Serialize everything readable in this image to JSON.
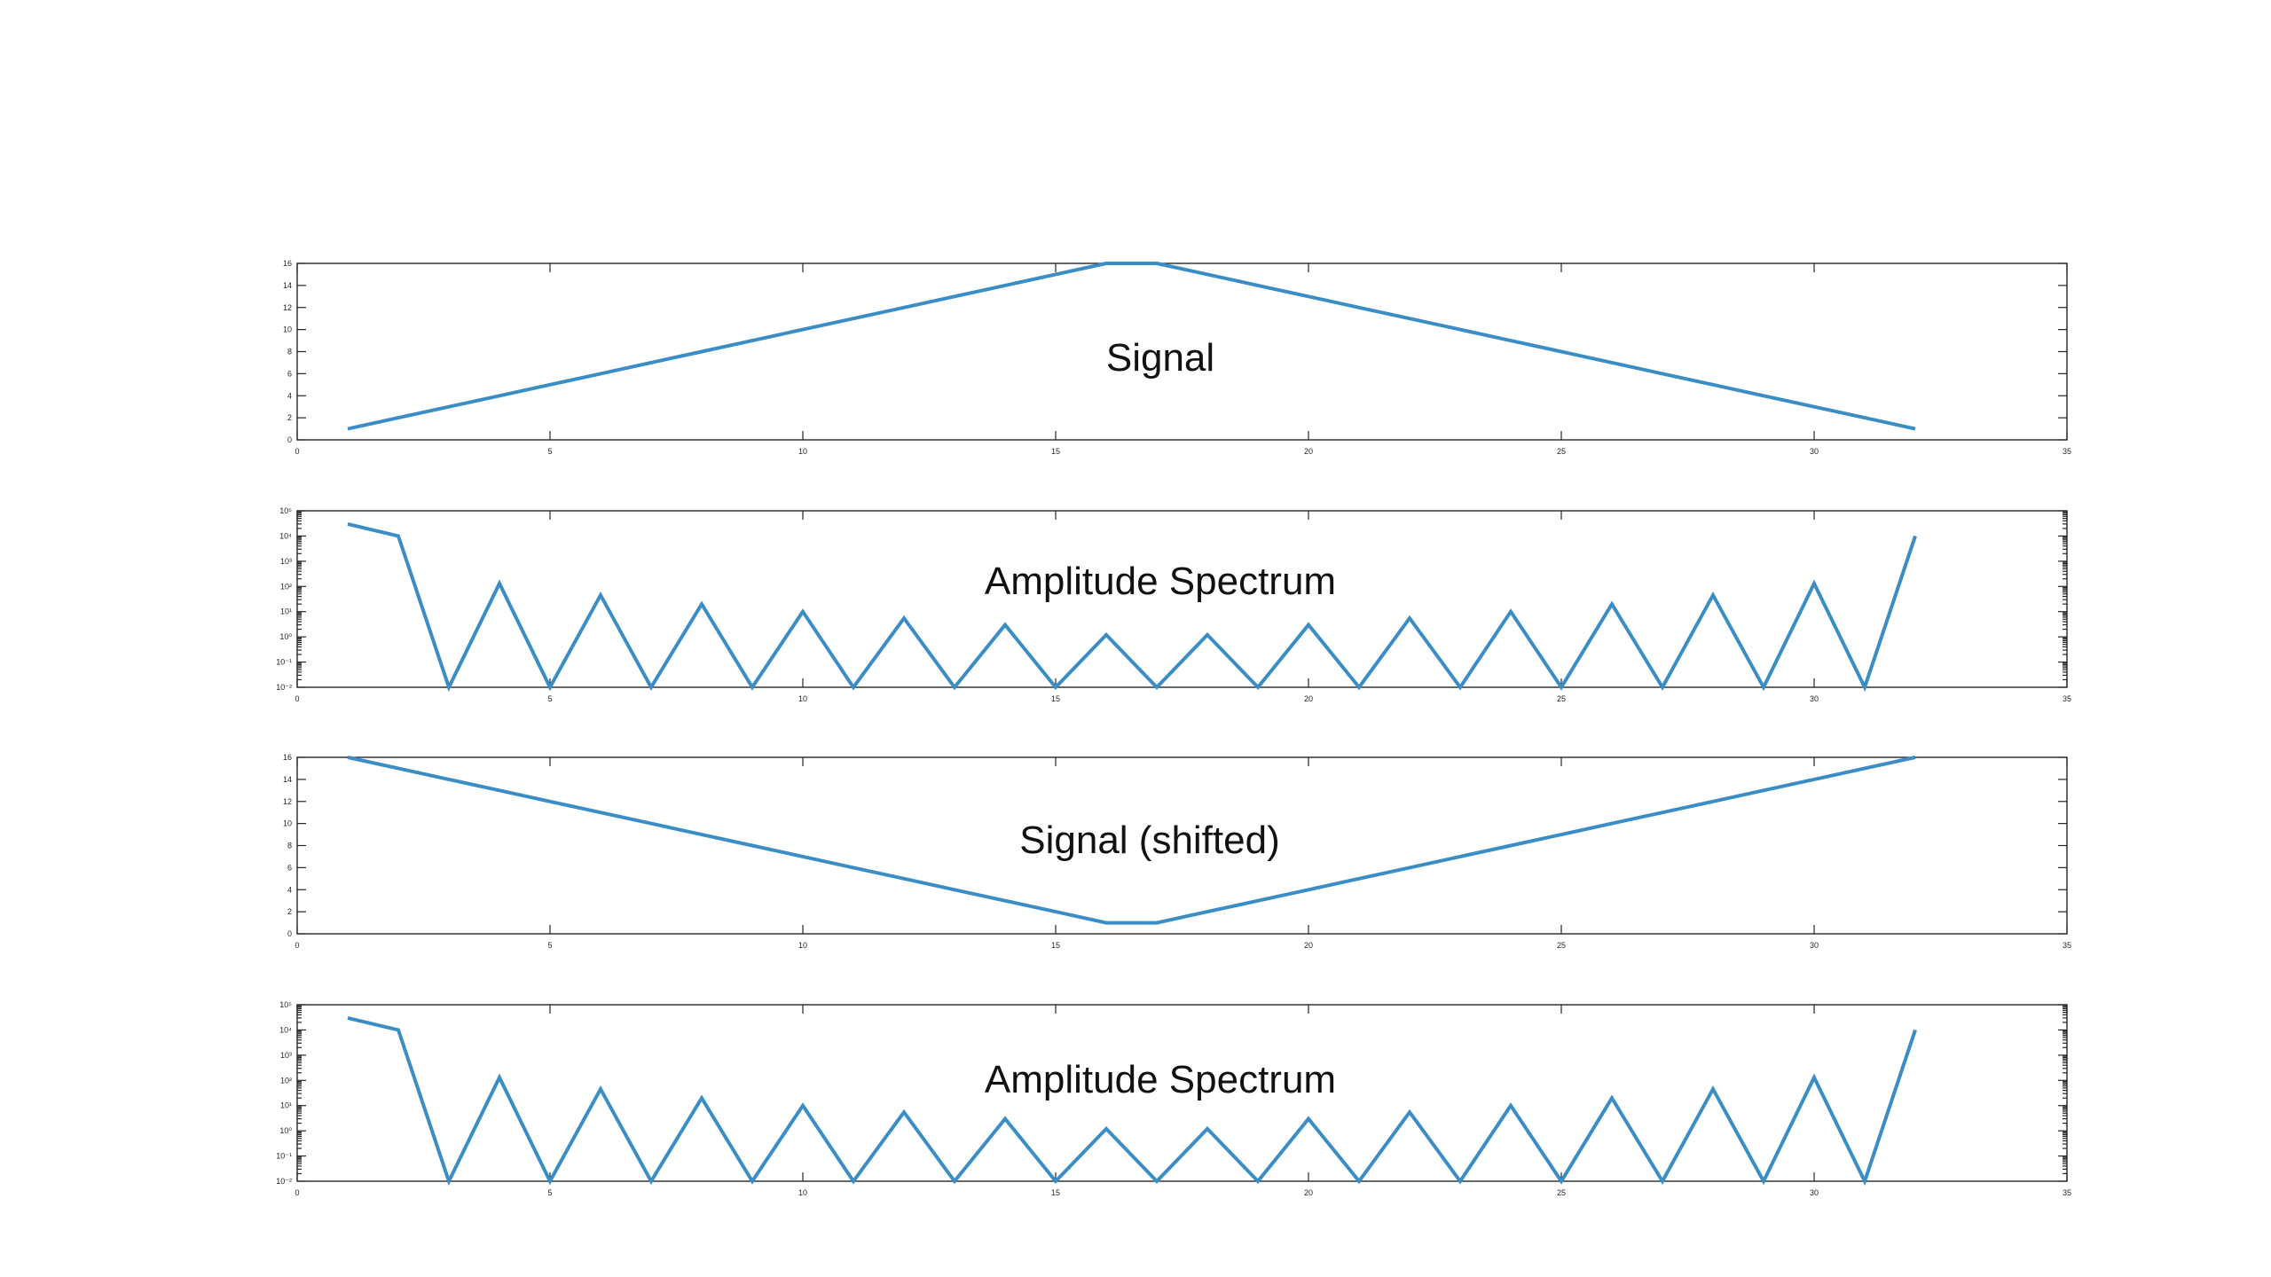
{
  "chart_data": [
    {
      "type": "line",
      "title": "Signal",
      "xlim": [
        0,
        35
      ],
      "ylim": [
        0,
        16
      ],
      "yscale": "linear",
      "xticks": [
        0,
        5,
        10,
        15,
        20,
        25,
        30,
        35
      ],
      "yticks": [
        0,
        2,
        4,
        6,
        8,
        10,
        12,
        14,
        16
      ],
      "grid": false,
      "color": "#3a8dc5",
      "x": [
        1,
        2,
        3,
        4,
        5,
        6,
        7,
        8,
        9,
        10,
        11,
        12,
        13,
        14,
        15,
        16,
        17,
        18,
        19,
        20,
        21,
        22,
        23,
        24,
        25,
        26,
        27,
        28,
        29,
        30,
        31,
        32
      ],
      "y": [
        1,
        2,
        3,
        4,
        5,
        6,
        7,
        8,
        9,
        10,
        11,
        12,
        13,
        14,
        15,
        16,
        16,
        15,
        14,
        13,
        12,
        11,
        10,
        9,
        8,
        7,
        6,
        5,
        4,
        3,
        2,
        1
      ]
    },
    {
      "type": "line",
      "title": "Amplitude Spectrum",
      "xlim": [
        0,
        35
      ],
      "ylim": [
        0.01,
        100000
      ],
      "yscale": "log",
      "xticks": [
        0,
        5,
        10,
        15,
        20,
        25,
        30,
        35
      ],
      "yticks": [
        0.01,
        0.1,
        1,
        10,
        100,
        1000,
        10000,
        100000
      ],
      "yticklabels": [
        "10⁻²",
        "10⁻¹",
        "10⁰",
        "10¹",
        "10²",
        "10³",
        "10⁴",
        "10⁵"
      ],
      "grid": false,
      "color": "#3a8dc5",
      "x": [
        1,
        2,
        3,
        4,
        5,
        6,
        7,
        8,
        9,
        10,
        11,
        12,
        13,
        14,
        15,
        16,
        17,
        18,
        19,
        20,
        21,
        22,
        23,
        24,
        25,
        26,
        27,
        28,
        29,
        30,
        31,
        32
      ],
      "y": [
        30000,
        10000,
        0.01,
        130,
        0.01,
        45,
        0.01,
        20,
        0.01,
        10,
        0.01,
        5.5,
        0.01,
        3,
        0.01,
        1.2,
        0.01,
        1.2,
        0.01,
        3,
        0.01,
        5.5,
        0.01,
        10,
        0.01,
        20,
        0.01,
        45,
        0.01,
        130,
        0.01,
        10000
      ]
    },
    {
      "type": "line",
      "title": "Signal (shifted)",
      "xlim": [
        0,
        35
      ],
      "ylim": [
        0,
        16
      ],
      "yscale": "linear",
      "xticks": [
        0,
        5,
        10,
        15,
        20,
        25,
        30,
        35
      ],
      "yticks": [
        0,
        2,
        4,
        6,
        8,
        10,
        12,
        14,
        16
      ],
      "grid": false,
      "color": "#3a8dc5",
      "x": [
        1,
        2,
        3,
        4,
        5,
        6,
        7,
        8,
        9,
        10,
        11,
        12,
        13,
        14,
        15,
        16,
        17,
        18,
        19,
        20,
        21,
        22,
        23,
        24,
        25,
        26,
        27,
        28,
        29,
        30,
        31,
        32
      ],
      "y": [
        16,
        15,
        14,
        13,
        12,
        11,
        10,
        9,
        8,
        7,
        6,
        5,
        4,
        3,
        2,
        1,
        1,
        2,
        3,
        4,
        5,
        6,
        7,
        8,
        9,
        10,
        11,
        12,
        13,
        14,
        15,
        16
      ]
    },
    {
      "type": "line",
      "title": "Amplitude Spectrum",
      "xlim": [
        0,
        35
      ],
      "ylim": [
        0.01,
        100000
      ],
      "yscale": "log",
      "xticks": [
        0,
        5,
        10,
        15,
        20,
        25,
        30,
        35
      ],
      "yticks": [
        0.01,
        0.1,
        1,
        10,
        100,
        1000,
        10000,
        100000
      ],
      "yticklabels": [
        "10⁻²",
        "10⁻¹",
        "10⁰",
        "10¹",
        "10²",
        "10³",
        "10⁴",
        "10⁵"
      ],
      "grid": false,
      "color": "#3a8dc5",
      "x": [
        1,
        2,
        3,
        4,
        5,
        6,
        7,
        8,
        9,
        10,
        11,
        12,
        13,
        14,
        15,
        16,
        17,
        18,
        19,
        20,
        21,
        22,
        23,
        24,
        25,
        26,
        27,
        28,
        29,
        30,
        31,
        32
      ],
      "y": [
        30000,
        10000,
        0.01,
        130,
        0.01,
        45,
        0.01,
        20,
        0.01,
        10,
        0.01,
        5.5,
        0.01,
        3,
        0.01,
        1.2,
        0.01,
        1.2,
        0.01,
        3,
        0.01,
        5.5,
        0.01,
        10,
        0.01,
        20,
        0.01,
        45,
        0.01,
        130,
        0.01,
        10000
      ]
    }
  ]
}
